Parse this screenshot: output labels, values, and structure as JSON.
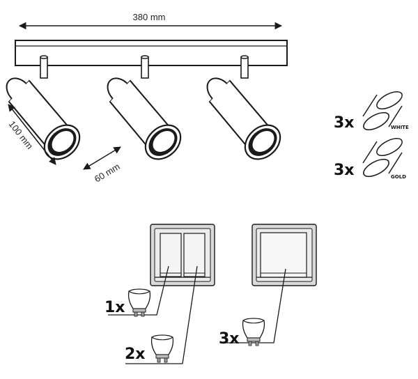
{
  "dimensions": {
    "width_label": "380 mm",
    "height_label": "100 mm",
    "depth_label": "60 mm"
  },
  "rings": [
    {
      "quantity": "3x",
      "label": "WHITE"
    },
    {
      "quantity": "3x",
      "label": "GOLD"
    }
  ],
  "bulbs": [
    {
      "quantity": "1x"
    },
    {
      "quantity": "2x"
    },
    {
      "quantity": "3x"
    }
  ],
  "colors": {
    "line": "#1a1a1a",
    "switch_frame": "#d9d9d9",
    "switch_face": "#f0f0f0",
    "bulb_base": "#bdbdbd"
  }
}
